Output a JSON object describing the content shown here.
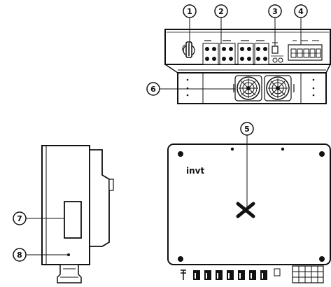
{
  "brand_logo": "invt",
  "callouts": [
    {
      "label": "1"
    },
    {
      "label": "2"
    },
    {
      "label": "3"
    },
    {
      "label": "4"
    },
    {
      "label": "5"
    },
    {
      "label": "6"
    },
    {
      "label": "7"
    },
    {
      "label": "8"
    }
  ]
}
